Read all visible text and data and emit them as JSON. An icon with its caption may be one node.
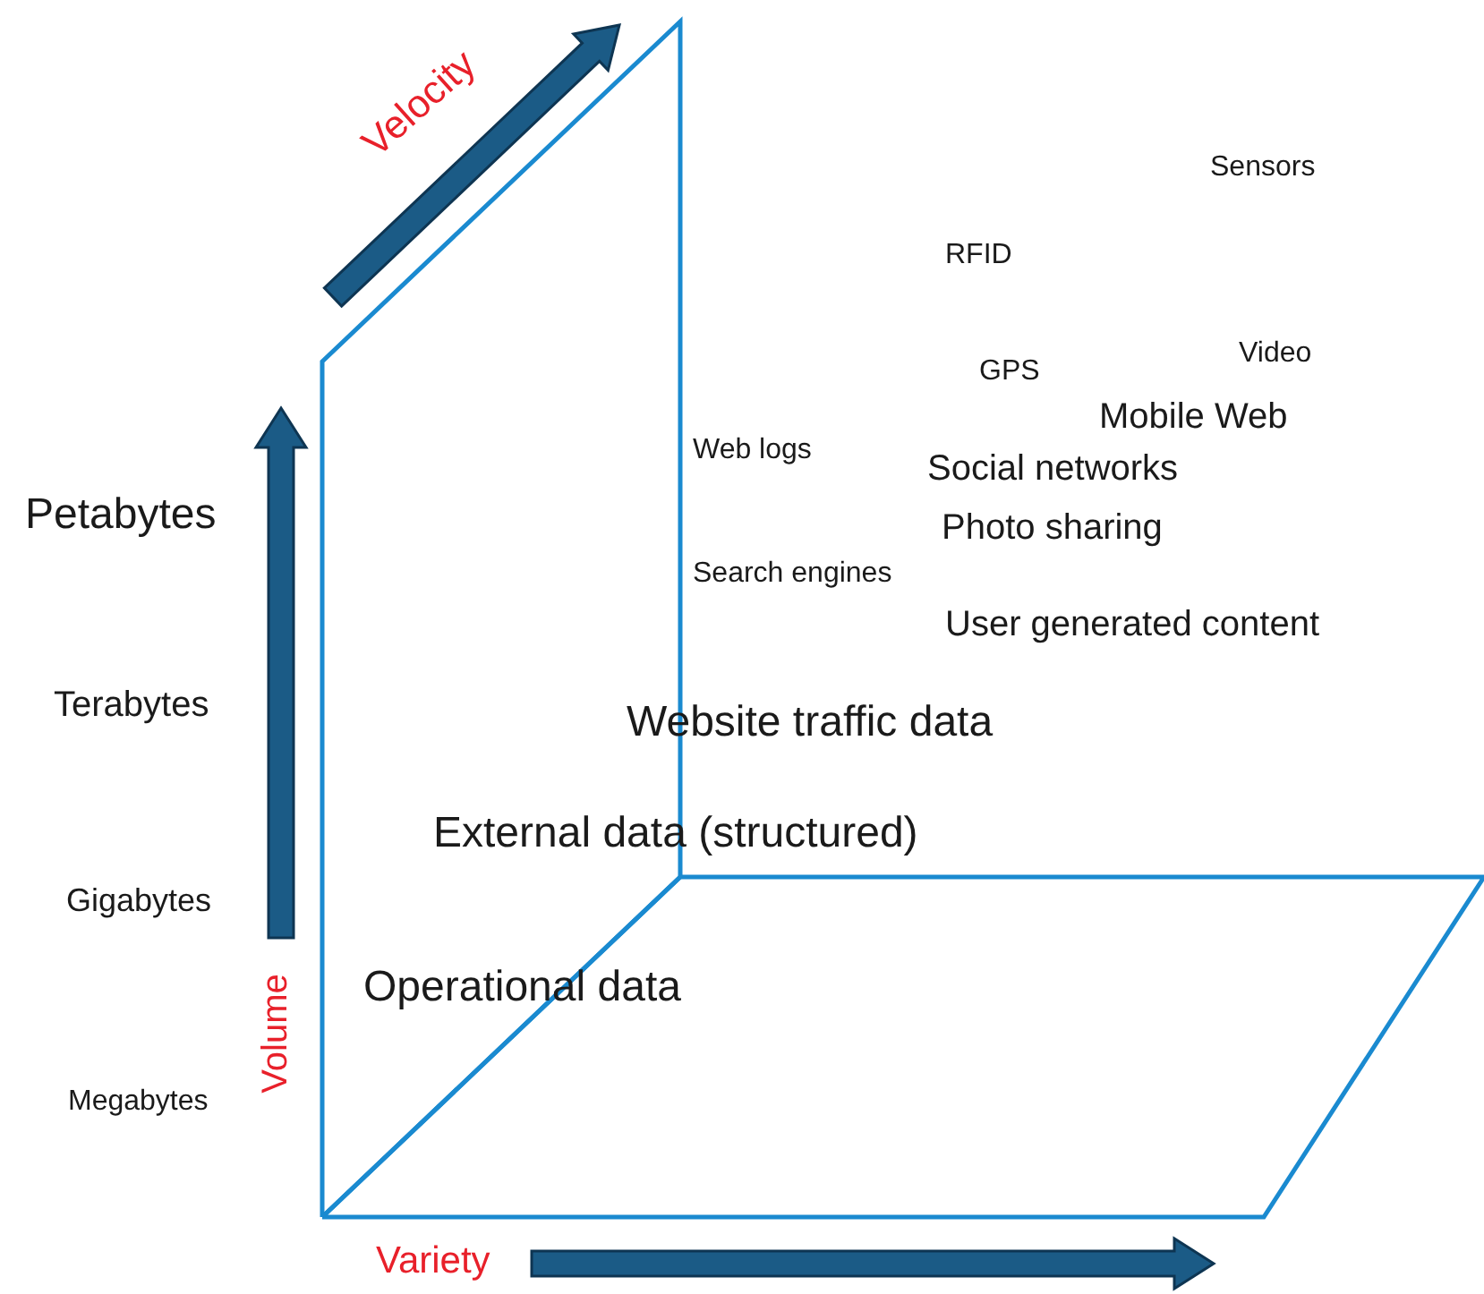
{
  "diagram": {
    "labels": [
      "Velocity",
      "Sensors",
      "RFID",
      "Video",
      "GPS",
      "Mobile Web",
      "Web logs",
      "Social networks",
      "Petabytes",
      "Photo sharing",
      "Search engines",
      "User generated content",
      "Terabytes",
      "Website traffic data",
      "External data (structured)",
      "Gigabytes",
      "Operational data",
      "Volume",
      "Megabytes",
      "Variety"
    ]
  }
}
